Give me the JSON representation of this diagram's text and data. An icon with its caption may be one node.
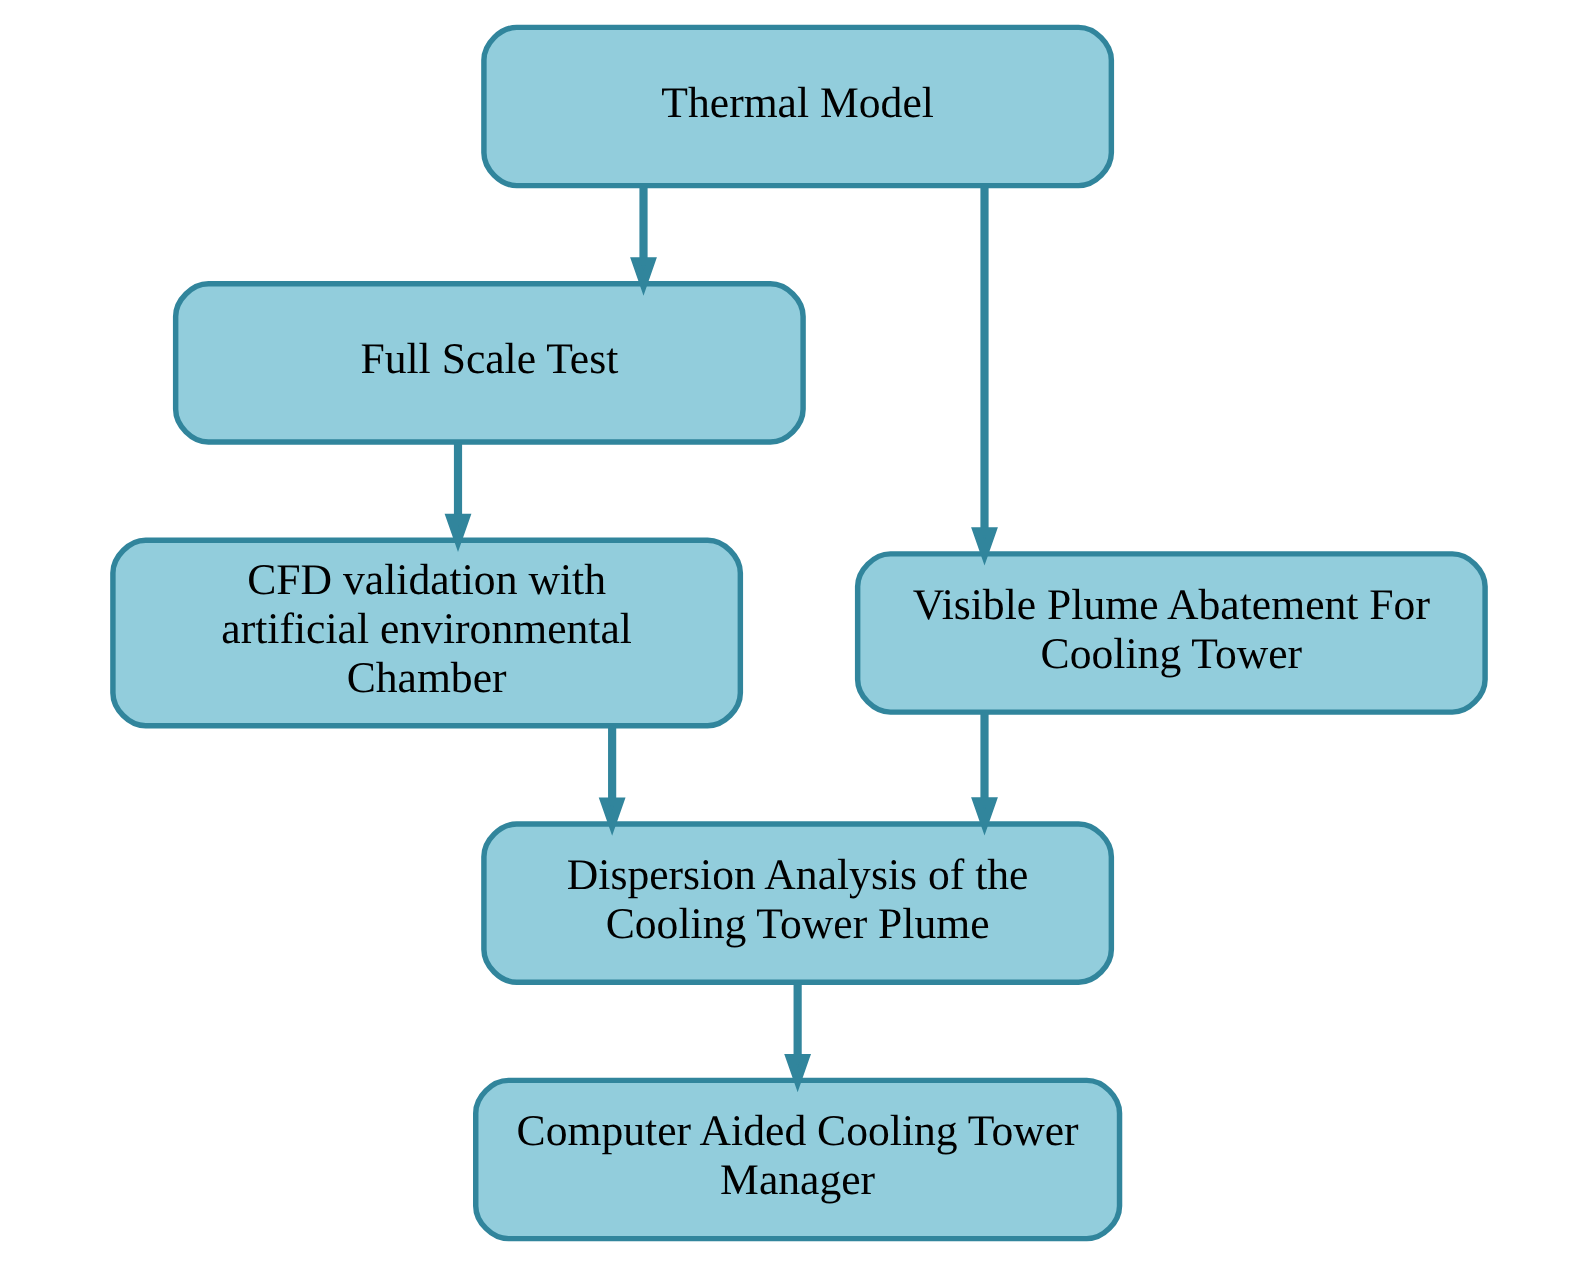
{
  "diagram": {
    "nodes": [
      {
        "text": [
          "Thermal Model"
        ]
      },
      {
        "text": [
          "Full Scale Test"
        ]
      },
      {
        "text": [
          "Visible Plume Abatement For Cooling Tower"
        ]
      },
      {
        "text": [
          "CFD validation with artificial environmental Chamber"
        ]
      },
      {
        "text": [
          "Dispersion Analysis of the Cooling Tower Plume"
        ]
      },
      {
        "text": [
          "Computer Aided Cooling Tower Manager"
        ]
      }
    ],
    "edges": [
      {
        "from": 0,
        "to": 1,
        "arrow": "to"
      },
      {
        "from": 0,
        "to": 2,
        "arrow": "to"
      },
      {
        "from": 1,
        "to": 3,
        "arrow": "to"
      },
      {
        "from": 3,
        "to": 4,
        "arrow": "to"
      },
      {
        "from": 2,
        "to": 4,
        "arrow": "to"
      },
      {
        "from": 4,
        "to": 5,
        "arrow": "to"
      }
    ]
  }
}
